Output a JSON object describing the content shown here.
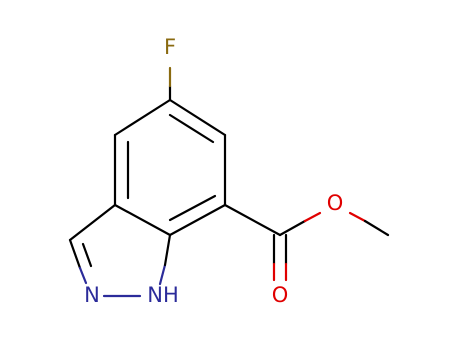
{
  "molecule": {
    "atoms": {
      "F": {
        "text": "F",
        "color": "#8a6a10"
      },
      "O_ether": {
        "text": "O",
        "color": "#e00000"
      },
      "O_carbonyl": {
        "text": "O",
        "color": "#e00000"
      },
      "N_ring": {
        "text": "N",
        "color": "#2b2b9a"
      },
      "NH": {
        "text": "NH",
        "color": "#2b2b9a"
      }
    },
    "bond_color": "#000000"
  }
}
